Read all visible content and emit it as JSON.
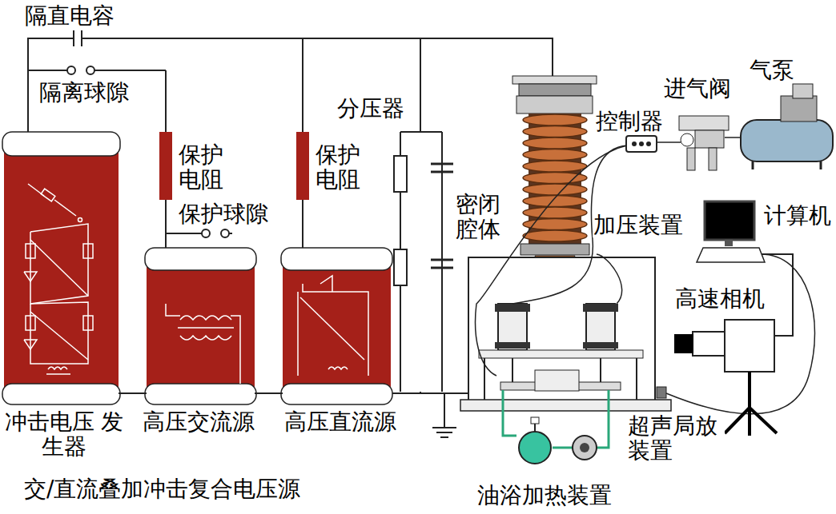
{
  "diagram": {
    "title": "交/直流叠加冲击复合电压源",
    "nodes": [
      {
        "text": [
          "冲击电压 发生器"
        ]
      },
      {
        "text": [
          "高压交流源"
        ]
      },
      {
        "text": [
          "高压直流源"
        ]
      },
      {
        "text": [
          "控制器"
        ]
      },
      {
        "text": [
          "计算机"
        ]
      },
      {
        "text": [
          "高速相机"
        ]
      }
    ],
    "edges": [
      {
        "from": 0,
        "to": 1,
        "arrow": "none"
      },
      {
        "from": 1,
        "to": 2,
        "arrow": "none"
      },
      {
        "from": 4,
        "to": 5,
        "arrow": "none"
      }
    ],
    "labels": [
      "隔直电容",
      "隔离球隙",
      "保护 电阻",
      "保护球隙",
      "保护 电阻",
      "分压器",
      "密闭 腔体",
      "进气阀",
      "气泵",
      "加压装置",
      "超声局放 装置",
      "油浴加热装置"
    ]
  }
}
